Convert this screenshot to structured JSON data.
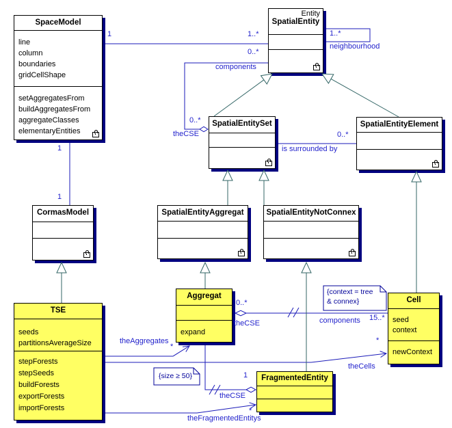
{
  "colors": {
    "association": "#1a1ab8",
    "label_text": "#2222cc",
    "generalization": "#336666",
    "note": "#000099",
    "shadow": "#000080",
    "concrete_class_fill": "#ffff63",
    "abstract_class_fill": "#ffffff"
  },
  "classes": {
    "space_model": {
      "name": "SpaceModel",
      "attributes": [
        "line",
        "column",
        "boundaries",
        "gridCellShape"
      ],
      "methods": [
        "setAggregatesFrom",
        "buildAggregatesFrom",
        "aggregateClasses",
        "elementaryEntities"
      ]
    },
    "spatial_entity": {
      "stereotype": "Entity",
      "name": "SpatialEntity",
      "attributes": [],
      "methods": []
    },
    "spatial_entity_set": {
      "name": "SpatialEntitySet",
      "attributes": [],
      "methods": []
    },
    "spatial_entity_element": {
      "name": "SpatialEntityElement",
      "attributes": [],
      "methods": []
    },
    "cormas_model": {
      "name": "CormasModel",
      "attributes": [],
      "methods": []
    },
    "spatial_entity_aggregat": {
      "name": "SpatialEntityAggregat",
      "attributes": [],
      "methods": []
    },
    "spatial_entity_not_connex": {
      "name": "SpatialEntityNotConnex",
      "attributes": [],
      "methods": []
    },
    "tse": {
      "name": "TSE",
      "attributes": [
        "seeds",
        "partitionsAverageSize"
      ],
      "methods": [
        "stepForests",
        "stepSeeds",
        "buildForests",
        "exportForests",
        "importForests"
      ]
    },
    "aggregat": {
      "name": "Aggregat",
      "attributes": [],
      "methods": [
        "expand"
      ]
    },
    "cell": {
      "name": "Cell",
      "attributes": [
        "seed",
        "context"
      ],
      "methods": [
        "newContext"
      ]
    },
    "fragmented_entity": {
      "name": "FragmentedEntity",
      "attributes": [],
      "methods": []
    }
  },
  "labels": {
    "space_entity_1": "1",
    "space_entity_many": "1..*",
    "neighbourhood_mult": "1..*",
    "neighbourhood_role": "neighbourhood",
    "components_mult": "0..*",
    "components_role": "components",
    "thecse_set_mult": "0..*",
    "thecse_set_role": "theCSE",
    "space_cormas_1a": "1",
    "space_cormas_1b": "1",
    "is_surrounded_by": "is surrounded by",
    "surrounded_mult": "0..*",
    "thecse_aggregat_mult": "0..*",
    "thecse_aggregat_role": "theCSE",
    "cell_components_role": "components",
    "cell_components_mult": "15..*",
    "thecse_fragmented_mult": "1",
    "thecse_fragmented_role": "theCSE",
    "theaggregates_role": "theAggregates",
    "theaggregates_mult": "*",
    "thecells_role": "theCells",
    "thecells_mult": "*",
    "thefragmentedentitys_role": "theFragmentedEntitys",
    "thefragmentedentitys_mult": "*"
  },
  "notes": {
    "size_constraint": "{size ≥ 50}",
    "context_constraint_line1": "{context = tree",
    "context_constraint_line2": "& connex}"
  }
}
